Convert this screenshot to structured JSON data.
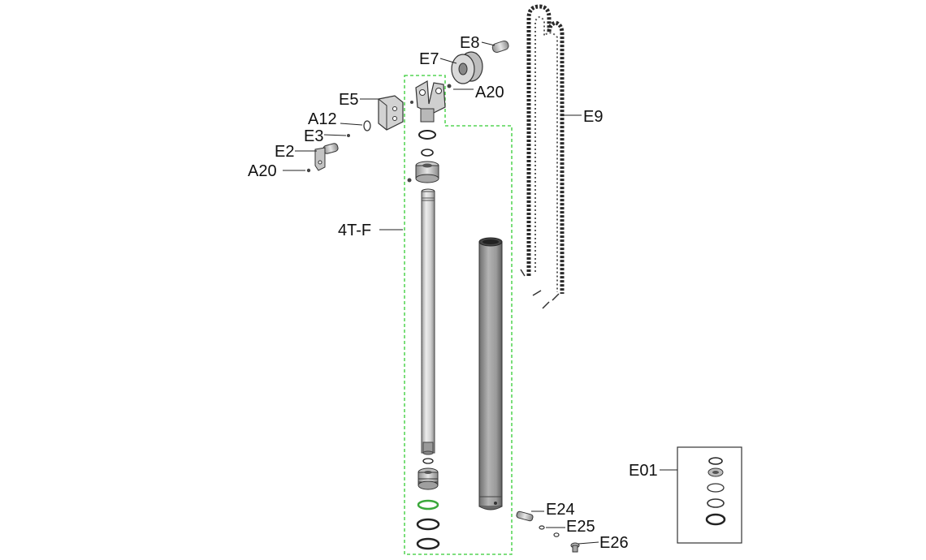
{
  "labels": {
    "e8": "E8",
    "e7": "E7",
    "a20_top": "A20",
    "e5": "E5",
    "a12": "A12",
    "e3": "E3",
    "e2": "E2",
    "a20_left": "A20",
    "assembly": "4T-F",
    "e9": "E9",
    "e01": "E01",
    "e24": "E24",
    "e25": "E25",
    "e26": "E26"
  },
  "colors": {
    "assembly_outline": "#33cc33",
    "seal_green": "#3aa83a",
    "part_grey": "#c8c8c8",
    "tube_grey": "#8a8a8a",
    "line": "#222222"
  }
}
